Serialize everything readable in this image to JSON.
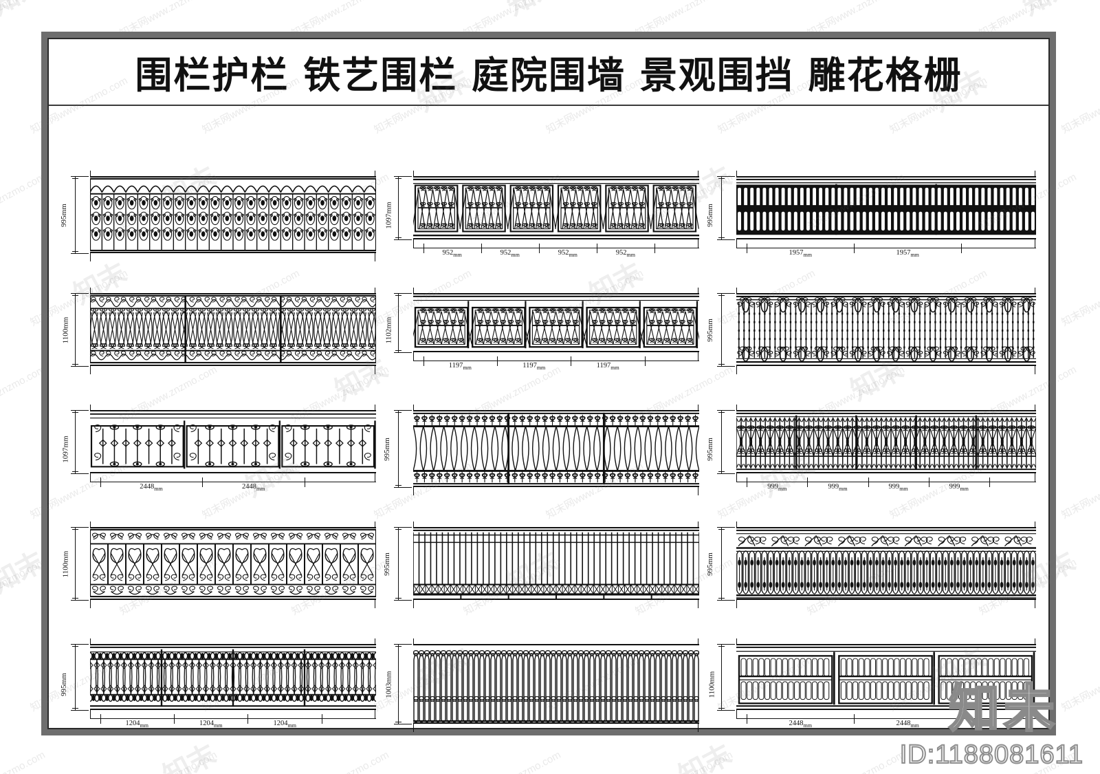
{
  "sheet": {
    "title": "围栏护栏 铁艺围栏 庭院围墙 景观围挡 雕花格栅",
    "id_text": "ID:1188081611",
    "logo_text": "知未",
    "frame_color": "#6e6e6e",
    "line_color": "#111111",
    "background": "#ffffff"
  },
  "watermark": {
    "text": "知末网www.znzmo.com",
    "glyph": "知末",
    "color": "#787878"
  },
  "drawings": [
    {
      "id": "fence-01",
      "row": 1,
      "col": 1,
      "pattern": "ornate-scroll-dense",
      "height_label": "995mm",
      "width_labels": [],
      "segments": 3
    },
    {
      "id": "fence-02",
      "row": 1,
      "col": 2,
      "pattern": "diamond-lattice-panels",
      "height_label": "1097mm",
      "width_labels": [
        "952mm",
        "952mm",
        "952mm",
        "952mm"
      ],
      "segments": 6
    },
    {
      "id": "fence-03",
      "row": 1,
      "col": 3,
      "pattern": "baluster-row",
      "height_label": "995mm",
      "width_labels": [
        "1957mm",
        "1957mm"
      ],
      "segments": 3
    },
    {
      "id": "fence-04",
      "row": 2,
      "col": 1,
      "pattern": "scroll-band-oval",
      "height_label": "1100mm",
      "width_labels": [],
      "segments": 3
    },
    {
      "id": "fence-05",
      "row": 2,
      "col": 2,
      "pattern": "diamond-lattice-wide",
      "height_label": "1102mm",
      "width_labels": [
        "1197mm",
        "1197mm",
        "1197mm"
      ],
      "segments": 5
    },
    {
      "id": "fence-06",
      "row": 2,
      "col": 3,
      "pattern": "spear-oval-picket",
      "height_label": "995mm",
      "width_labels": [],
      "segments": 1
    },
    {
      "id": "fence-07",
      "row": 3,
      "col": 1,
      "pattern": "picket-diamond-corner-scroll",
      "height_label": "1097mm",
      "width_labels": [
        "2448mm",
        "2448mm"
      ],
      "segments": 3
    },
    {
      "id": "fence-08",
      "row": 3,
      "col": 2,
      "pattern": "interlaced-oval-mesh",
      "height_label": "995mm",
      "width_labels": [],
      "segments": 3
    },
    {
      "id": "fence-09",
      "row": 3,
      "col": 3,
      "pattern": "fleur-cross-dense",
      "height_label": "995mm",
      "width_labels": [
        "999mm",
        "999mm",
        "999mm",
        "999mm"
      ],
      "segments": 5
    },
    {
      "id": "fence-10",
      "row": 4,
      "col": 1,
      "pattern": "heart-scroll-panels",
      "height_label": "1100mm",
      "width_labels": [],
      "segments": 16
    },
    {
      "id": "fence-11",
      "row": 4,
      "col": 2,
      "pattern": "plain-picket-cross-base",
      "height_label": "995mm",
      "width_labels": [],
      "segments": 6
    },
    {
      "id": "fence-12",
      "row": 4,
      "col": 3,
      "pattern": "scroll-top-baluster",
      "height_label": "995mm",
      "width_labels": [],
      "segments": 1
    },
    {
      "id": "fence-13",
      "row": 5,
      "col": 1,
      "pattern": "ring-baluster-band",
      "height_label": "995mm",
      "width_labels": [
        "1204mm",
        "1204mm",
        "1204mm"
      ],
      "segments": 4
    },
    {
      "id": "fence-14",
      "row": 5,
      "col": 2,
      "pattern": "loop-top-picket",
      "height_label": "1003mm",
      "width_labels": [],
      "segments": 1
    },
    {
      "id": "fence-15",
      "row": 5,
      "col": 3,
      "pattern": "double-baluster-panel",
      "height_label": "1100mm",
      "width_labels": [
        "2448mm",
        "2448mm"
      ],
      "segments": 3
    }
  ]
}
